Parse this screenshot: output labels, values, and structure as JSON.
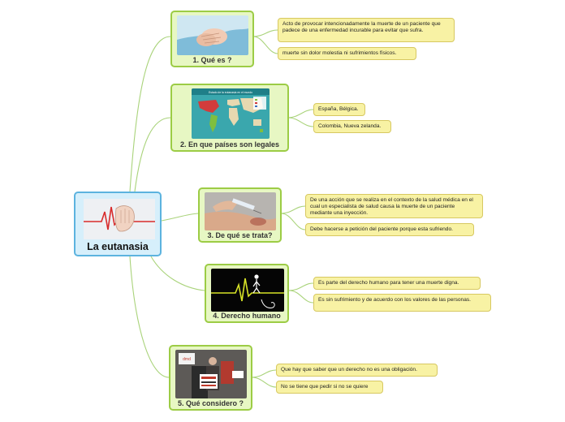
{
  "central": {
    "title": "La eutanasia"
  },
  "topics": [
    {
      "label": "1. Qué es ?",
      "image": "hands-holding-icon",
      "children": [
        "Acto de provocar intencionadamente la muerte de un paciente que padece de una enfermedad incurable para evitar que sufra.",
        "muerte sin dolor molestia ni sufrimientos físicos."
      ]
    },
    {
      "label": "2. En que países son legales",
      "image": "world-map-icon",
      "map_caption": "Estado de la eutanasia en el mundo",
      "children": [
        "España, Bélgica.",
        "Colombia, Nueva zelanda."
      ]
    },
    {
      "label": "3. De qué se trata?",
      "image": "injection-arm-icon",
      "children": [
        "De una acción que se realiza en el contexto de la salud médica en el cual un especialista de salud causa la muerte de un paciente mediante una inyección.",
        "Debe hacerse a petición del paciente porque esta sufriendo."
      ]
    },
    {
      "label": "4. Derecho humano",
      "image": "heartbeat-walker-icon",
      "children": [
        "Es parte del derecho humano para tener una muerte digna.",
        "Es sin sufrimiento y de acuerdo con los valores de las personas."
      ]
    },
    {
      "label": "5. Qué considero ?",
      "image": "protest-photo-icon",
      "children": [
        "Que hay que saber que un derecho no es una obligación.",
        "No se tiene que pedir si no se quiere"
      ]
    }
  ],
  "colors": {
    "central_fill": "#d6effb",
    "central_border": "#5cb3df",
    "topic_fill": "#e7f7c3",
    "topic_border": "#9ccc45",
    "subtopic_fill": "#f8f2a4",
    "subtopic_border": "#d7c861",
    "connector": "#a9d37a"
  }
}
